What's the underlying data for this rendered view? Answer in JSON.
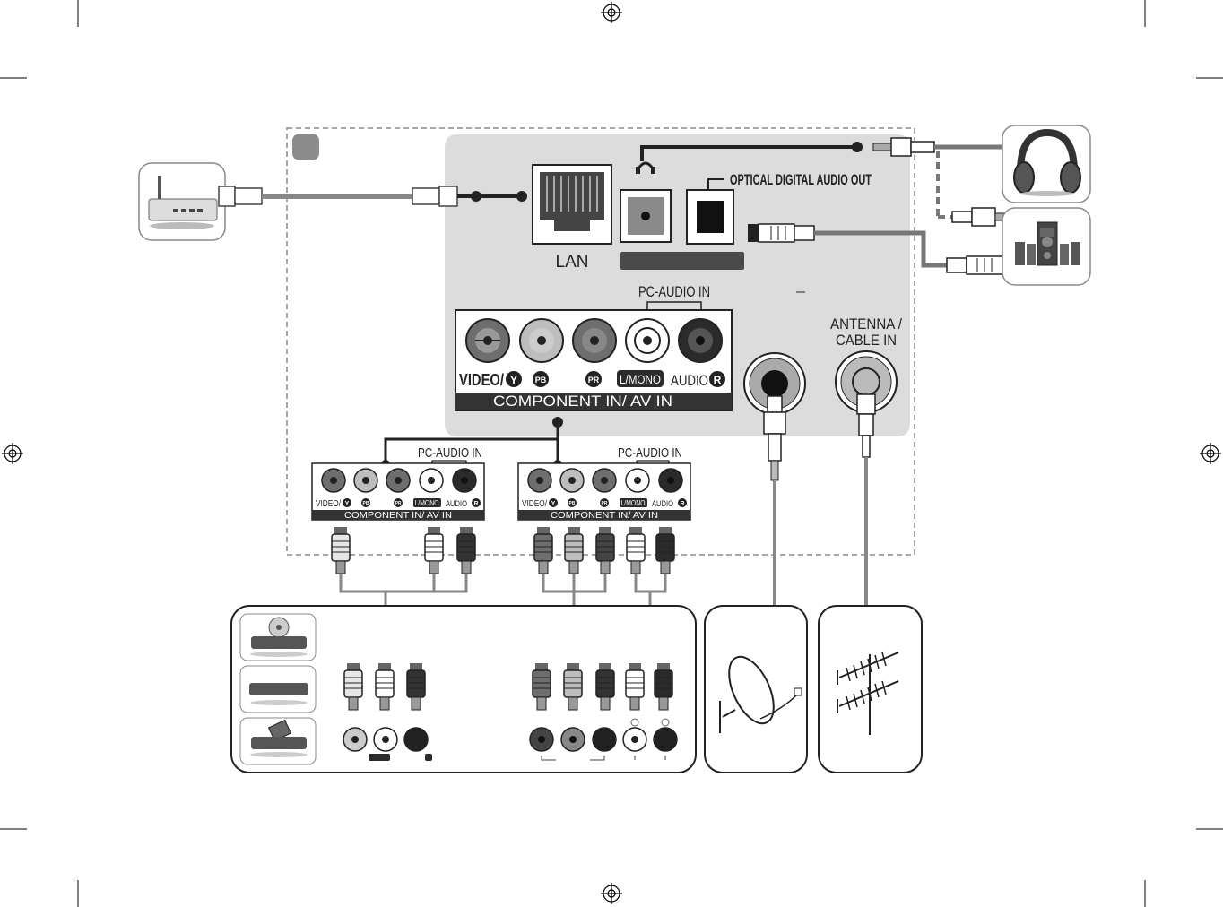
{
  "labels": {
    "lan": "LAN",
    "optical": "OPTICAL DIGITAL AUDIO OUT",
    "pc_audio_in": "PC-AUDIO IN",
    "antenna_line1": "ANTENNA /",
    "antenna_line2": "CABLE IN",
    "video_y": "VIDEO/",
    "y": "Y",
    "pb": "PB",
    "pr": "PR",
    "l_mono": "L/MONO",
    "audio": "AUDIO",
    "r": "R",
    "component_av": "COMPONENT IN/ AV IN"
  },
  "colors": {
    "panel": "#dcdcdc",
    "dark": "#2b2b2b",
    "mid": "#6e6e6e",
    "light": "#bdbdbd",
    "frame": "#8c8c8c"
  },
  "icons": [
    "router-icon",
    "headphones-icon",
    "speaker-system-icon",
    "dvd-player-icon",
    "set-top-box-icon",
    "vcr-icon",
    "satellite-dish-icon",
    "antenna-icon",
    "registration-mark-icon"
  ]
}
